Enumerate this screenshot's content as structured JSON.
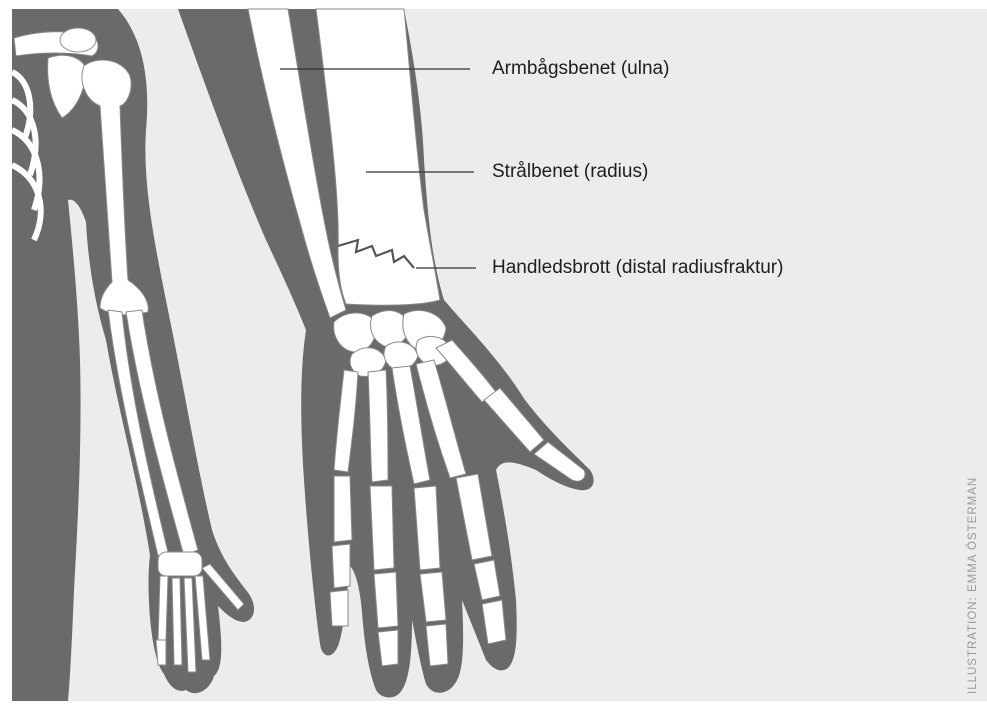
{
  "labels": {
    "ulna": "Armbågsbenet (ulna)",
    "radius": "Strålbenet (radius)",
    "fracture": "Handledsbrott (distal radiusfraktur)"
  },
  "credit": "ILLUSTRATION: EMMA ÖSTERMAN",
  "colors": {
    "background": "#ececec",
    "skin": "#6a6a6a",
    "bone": "#ffffff",
    "bone_outline": "#8a8a8a",
    "leader_line": "#333333"
  }
}
